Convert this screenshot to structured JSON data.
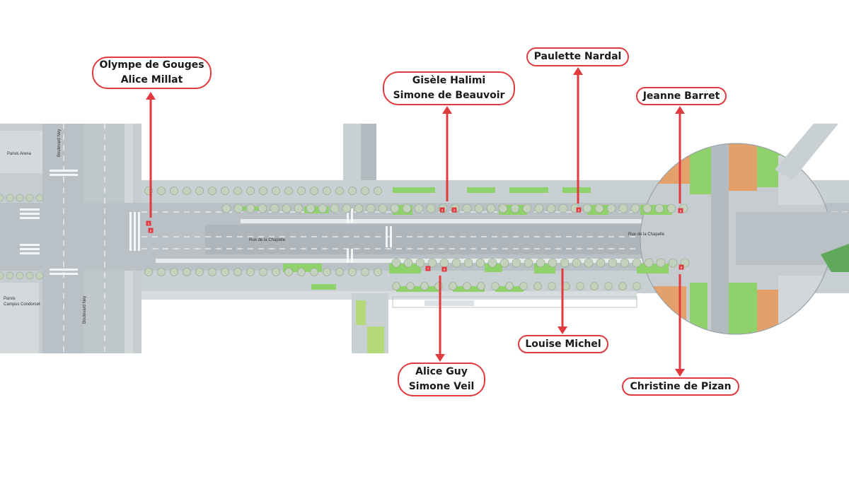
{
  "map": {
    "street_labels": {
      "rue_chapelle_west": "Rue de la Chapelle",
      "rue_chapelle_east": "Rue de la Chapelle",
      "boulevard_ney_north": "Boulevard Ney",
      "boulevard_ney_south": "Boulevard Ney"
    },
    "place_labels": {
      "parvis_arena": "Parvis Arena",
      "parvis_campus_line1": "Parvis",
      "parvis_campus_line2": "Campus Condorcet"
    },
    "markers": [
      "1",
      "2",
      "3",
      "4",
      "5",
      "6",
      "7",
      "8",
      "9"
    ],
    "colors": {
      "road": "#b9c1c6",
      "sidewalk": "#c9d0d3",
      "tree_canopy": "#c3d2bd",
      "planting": "#8fd16a",
      "earth": "#e3a06a",
      "accent": "#e03a3e"
    }
  },
  "callouts": [
    {
      "id": "olympe",
      "lines": [
        "Olympe de Gouges",
        "Alice Millat"
      ]
    },
    {
      "id": "gisele",
      "lines": [
        "Gisèle Halimi",
        "Simone de Beauvoir"
      ]
    },
    {
      "id": "paulette",
      "lines": [
        "Paulette Nardal"
      ]
    },
    {
      "id": "jeanne",
      "lines": [
        "Jeanne Barret"
      ]
    },
    {
      "id": "alice-guy",
      "lines": [
        "Alice Guy",
        "Simone Veil"
      ]
    },
    {
      "id": "louise",
      "lines": [
        "Louise Michel"
      ]
    },
    {
      "id": "christine",
      "lines": [
        "Christine de Pizan"
      ]
    }
  ]
}
